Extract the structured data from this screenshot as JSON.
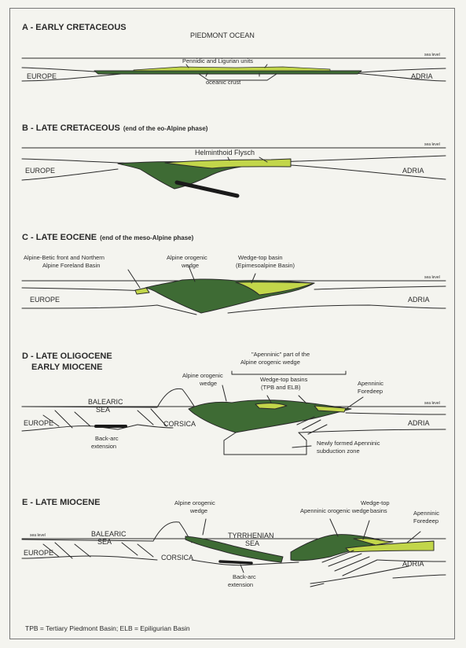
{
  "panels": {
    "a": {
      "title": "A - EARLY CRETACEOUS",
      "ocean": "PIEDMONT OCEAN",
      "sea_level": "sea level",
      "units": "Pennidic and Ligurian units",
      "crust": "oceanic crust",
      "left": "EUROPE",
      "right": "ADRIA"
    },
    "b": {
      "title": "B - LATE CRETACEOUS",
      "subtitle": "(end of the eo-Alpine phase)",
      "sea_level": "sea level",
      "flysch": "Helminthoid Flysch",
      "left": "EUROPE",
      "right": "ADRIA"
    },
    "c": {
      "title": "C - LATE EOCENE",
      "subtitle": "(end of the meso-Alpine phase)",
      "sea_level": "sea level",
      "front_1": "Alpine-Betic front and Northern",
      "front_2": "Alpine Foreland Basin",
      "wedge_1": "Alpine orogenic",
      "wedge_2": "wedge",
      "basin_1": "Wedge-top basin",
      "basin_2": "(Epimesoalpine Basin)",
      "left": "EUROPE",
      "right": "ADRIA"
    },
    "d": {
      "title_1": "D - LATE OLIGOCENE",
      "title_2": "EARLY MIOCENE",
      "apenninic_1": "\"Apenninic\" part of the",
      "apenninic_2": "Alpine orogenic wedge",
      "wedge_1": "Alpine orogenic",
      "wedge_2": "wedge",
      "wtb_1": "Wedge-top basins",
      "wtb_2": "(TPB and ELB)",
      "foredeep_1": "Apenninic",
      "foredeep_2": "Foredeep",
      "sea_1": "BALEARIC",
      "sea_2": "SEA",
      "sea_level": "sea level",
      "left": "EUROPE",
      "corsica": "CORSICA",
      "right": "ADRIA",
      "backarc_1": "Back-arc",
      "backarc_2": "extension",
      "subduction_1": "Newly formed Apenninic",
      "subduction_2": "subduction zone"
    },
    "e": {
      "title": "E - LATE MIOCENE",
      "wedge_1": "Alpine orogenic",
      "wedge_2": "wedge",
      "apwedge": "Apenninic orogenic wedge",
      "wtb_1": "Wedge-top",
      "wtb_2": "basins",
      "foredeep_1": "Apenninic",
      "foredeep_2": "Foredeep",
      "sea_level": "sea level",
      "balearic_1": "BALEARIC",
      "balearic_2": "SEA",
      "tyrrh_1": "TYRRHENIAN",
      "tyrrh_2": "SEA",
      "left": "EUROPE",
      "corsica": "CORSICA",
      "right": "ADRIA",
      "backarc_1": "Back-arc",
      "backarc_2": "extension"
    }
  },
  "footnote": "TPB = Tertiary Piedmont Basin; ELB = Epiligurian Basin",
  "colors": {
    "dark_green": "#3e6b34",
    "light_green": "#c2d64a",
    "line": "#2a2a2a",
    "background": "#f4f4ef"
  }
}
